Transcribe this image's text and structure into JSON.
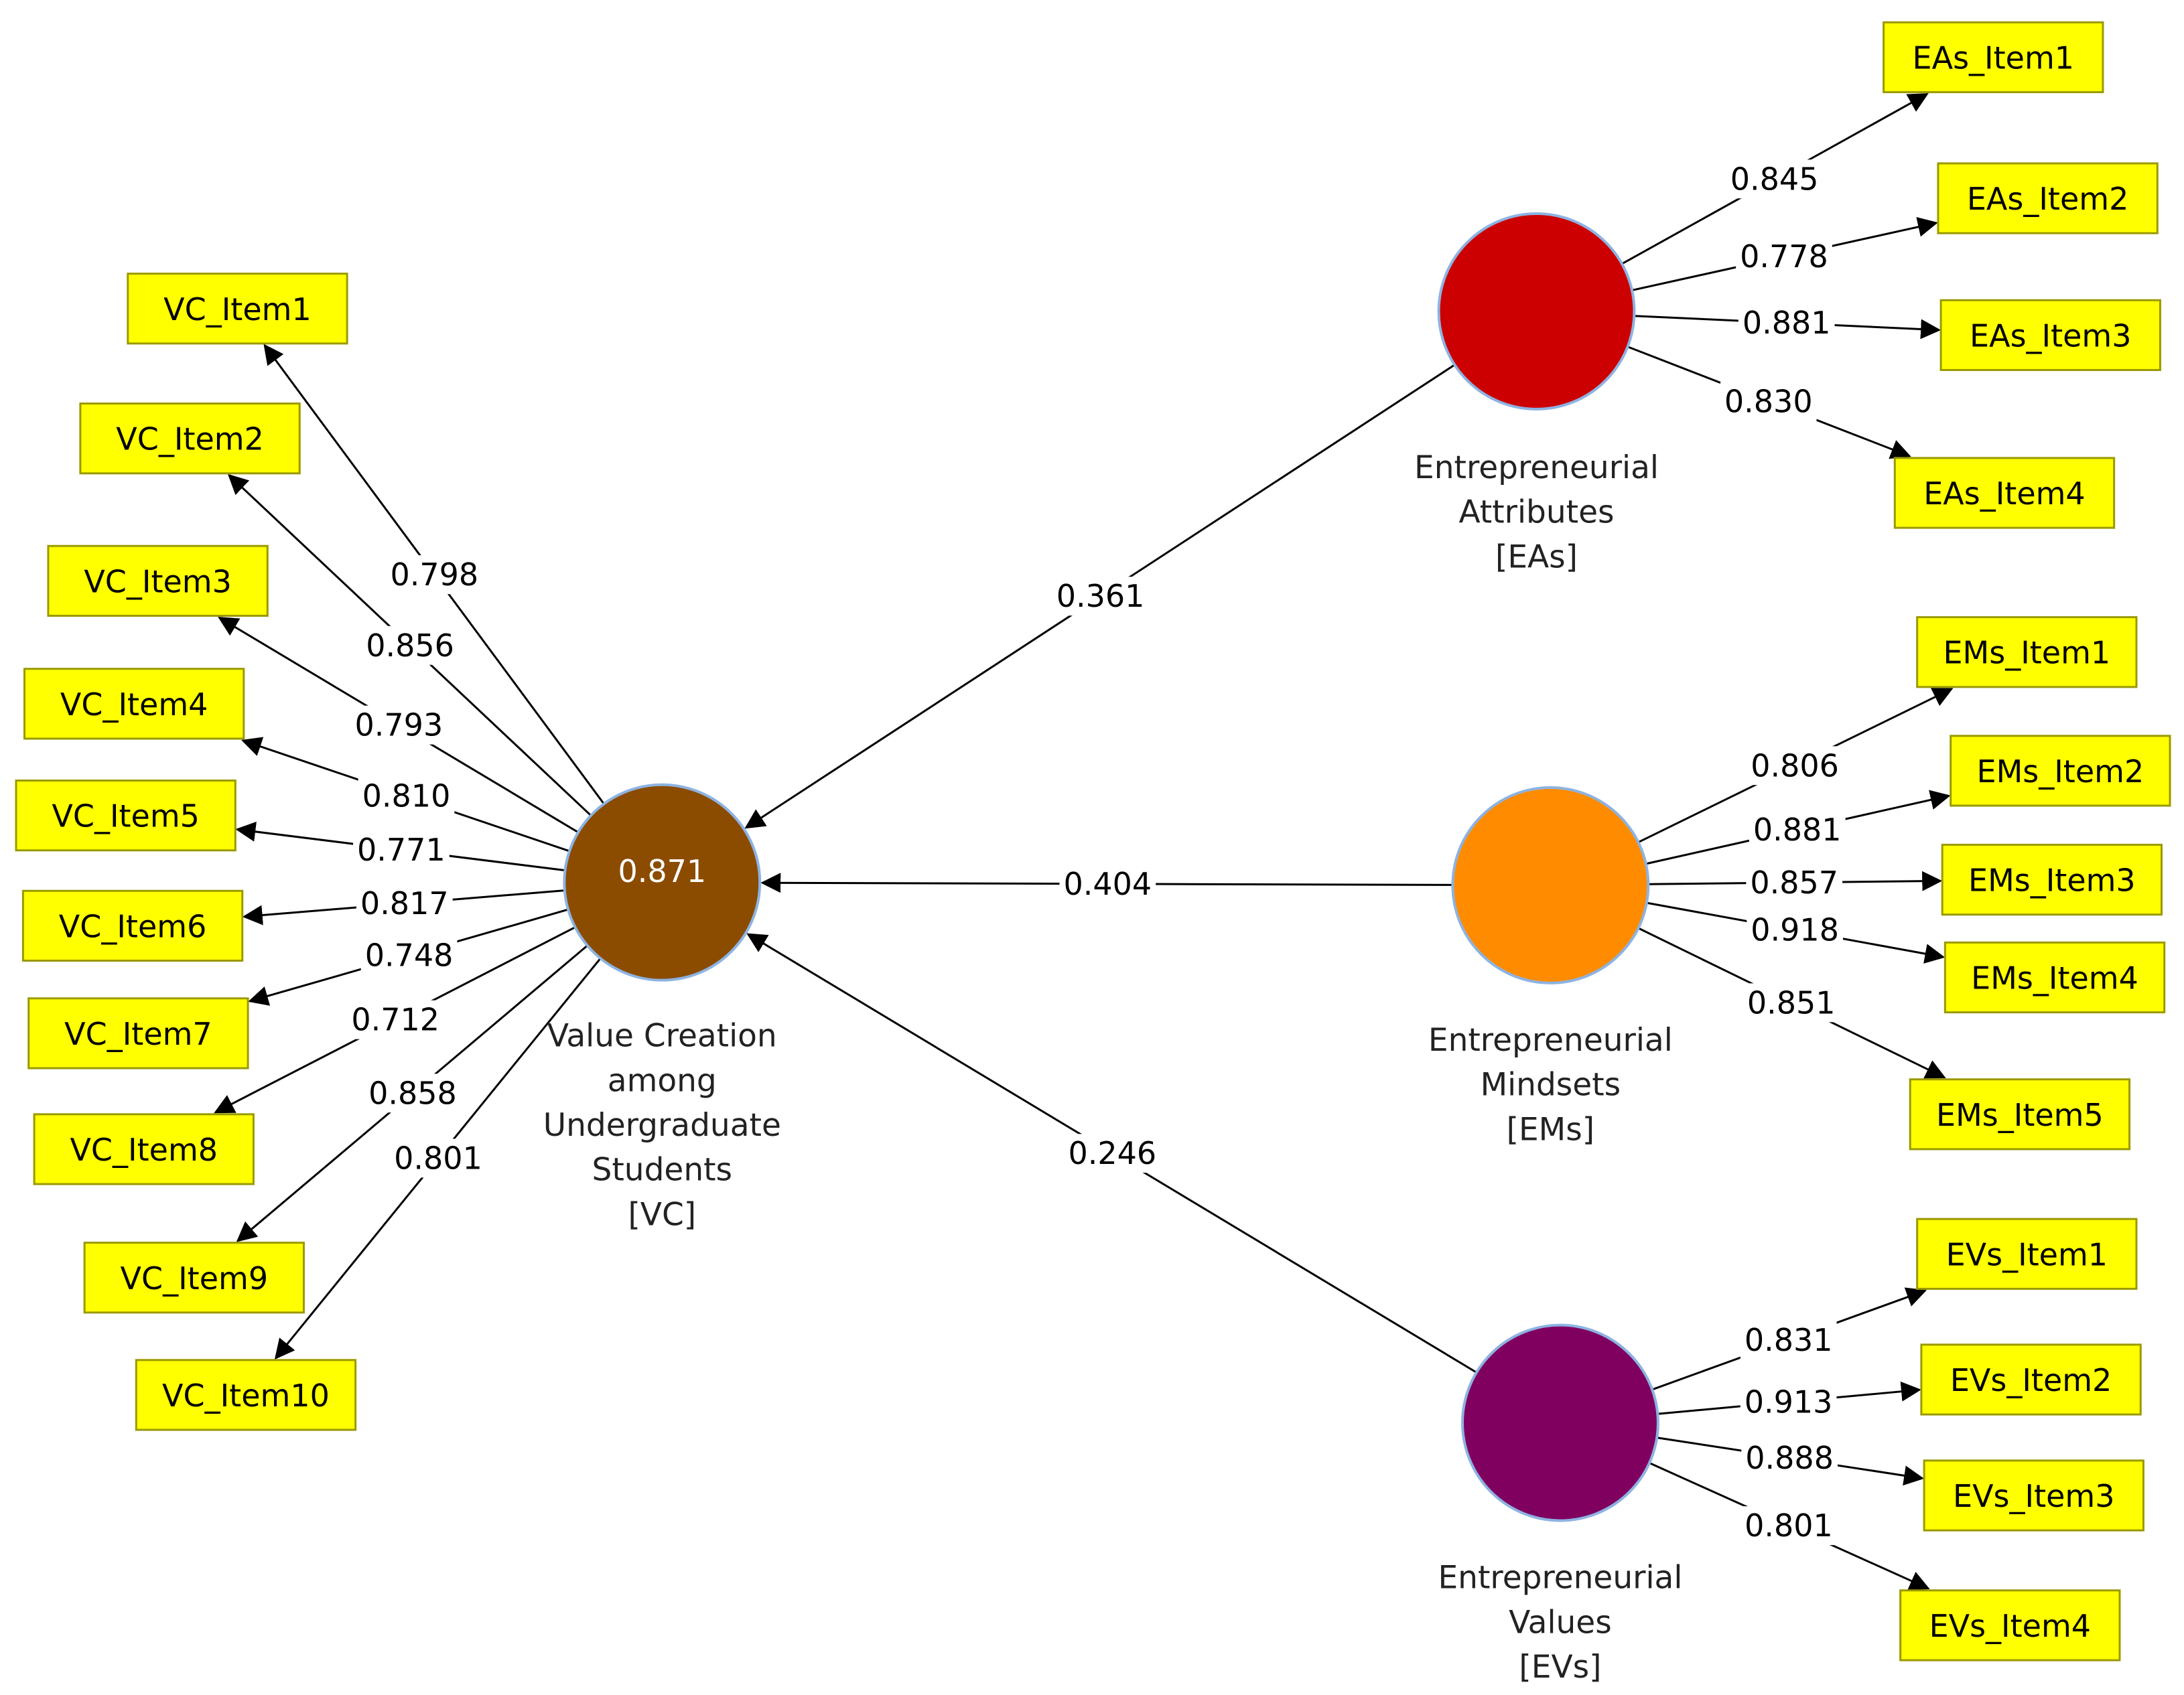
{
  "latent_variables": [
    {
      "id": "VC",
      "label_lines": [
        "Value Creation",
        "among",
        "Undergraduate",
        "Students",
        "[VC]"
      ],
      "r2": "0.871",
      "color": "#8b4c00",
      "items": [
        {
          "name": "VC_Item1",
          "loading": "0.798"
        },
        {
          "name": "VC_Item2",
          "loading": "0.856"
        },
        {
          "name": "VC_Item3",
          "loading": "0.793"
        },
        {
          "name": "VC_Item4",
          "loading": "0.810"
        },
        {
          "name": "VC_Item5",
          "loading": "0.771"
        },
        {
          "name": "VC_Item6",
          "loading": "0.817"
        },
        {
          "name": "VC_Item7",
          "loading": "0.748"
        },
        {
          "name": "VC_Item8",
          "loading": "0.712"
        },
        {
          "name": "VC_Item9",
          "loading": "0.858"
        },
        {
          "name": "VC_Item10",
          "loading": "0.801"
        }
      ]
    },
    {
      "id": "EAs",
      "label_lines": [
        "Entrepreneurial",
        "Attributes",
        "[EAs]"
      ],
      "r2": "",
      "color": "#cc0000",
      "items": [
        {
          "name": "EAs_Item1",
          "loading": "0.845"
        },
        {
          "name": "EAs_Item2",
          "loading": "0.778"
        },
        {
          "name": "EAs_Item3",
          "loading": "0.881"
        },
        {
          "name": "EAs_Item4",
          "loading": "0.830"
        }
      ]
    },
    {
      "id": "EMs",
      "label_lines": [
        "Entrepreneurial",
        "Mindsets",
        "[EMs]"
      ],
      "r2": "",
      "color": "#ff8c00",
      "items": [
        {
          "name": "EMs_Item1",
          "loading": "0.806"
        },
        {
          "name": "EMs_Item2",
          "loading": "0.881"
        },
        {
          "name": "EMs_Item3",
          "loading": "0.857"
        },
        {
          "name": "EMs_Item4",
          "loading": "0.918"
        },
        {
          "name": "EMs_Item5",
          "loading": "0.851"
        }
      ]
    },
    {
      "id": "EVs",
      "label_lines": [
        "Entrepreneurial",
        "Values",
        "[EVs]"
      ],
      "r2": "",
      "color": "#800060",
      "items": [
        {
          "name": "EVs_Item1",
          "loading": "0.831"
        },
        {
          "name": "EVs_Item2",
          "loading": "0.913"
        },
        {
          "name": "EVs_Item3",
          "loading": "0.888"
        },
        {
          "name": "EVs_Item4",
          "loading": "0.801"
        }
      ]
    }
  ],
  "paths": [
    {
      "from": "EAs",
      "to": "VC",
      "coefficient": "0.361"
    },
    {
      "from": "EMs",
      "to": "VC",
      "coefficient": "0.404"
    },
    {
      "from": "EVs",
      "to": "VC",
      "coefficient": "0.246"
    }
  ],
  "colors": {
    "item_fill": "#ffff00",
    "edge": "#000000"
  }
}
